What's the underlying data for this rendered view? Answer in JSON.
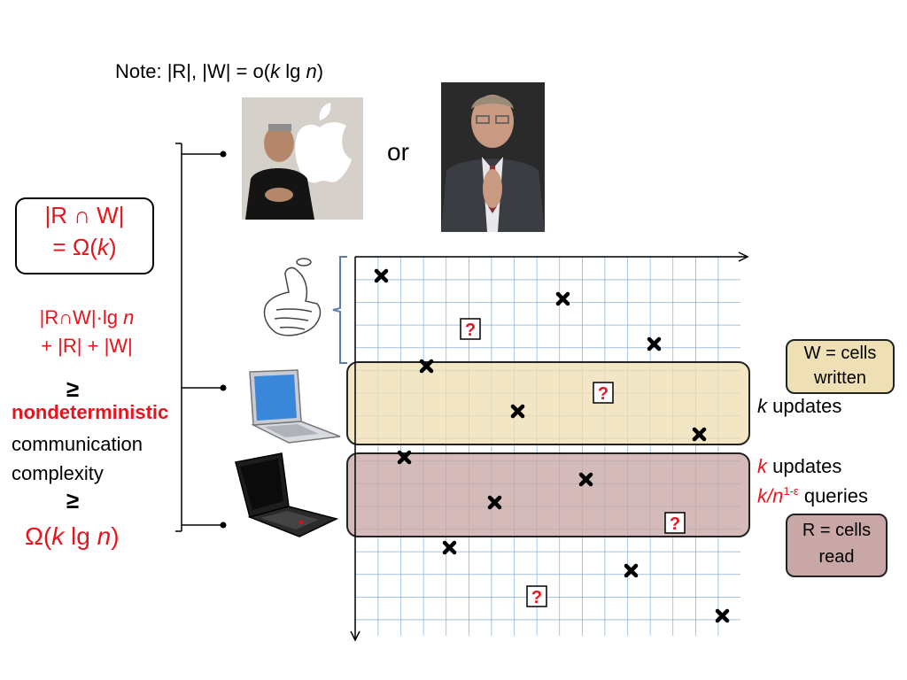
{
  "note": {
    "prefix": "Note: |R|, |W| = o(",
    "k": "k",
    "lg": " lg ",
    "n": "n",
    "suffix": ")"
  },
  "or_label": "or",
  "bound": {
    "line1": "|R ∩ W|",
    "line2_prefix": "= Ω(",
    "line2_k": "k",
    "line2_suffix": ")"
  },
  "sum": {
    "line1_prefix": "|R∩W|·lg ",
    "line1_n": "n",
    "line2": "+ |R| + |W|"
  },
  "geq": "≥",
  "nondeterministic": "nondeterministic",
  "communication": "communication",
  "complexity": "complexity",
  "omega": {
    "prefix": "Ω(",
    "k": "k",
    "lg": " lg ",
    "n": "n",
    "suffix": ")"
  },
  "w_box": {
    "line1": "W = cells",
    "line2": "written"
  },
  "r_box": {
    "line1": "R = cells",
    "line2": "read"
  },
  "updates_label": {
    "k": "k",
    "text": " updates"
  },
  "queries_label": {
    "k": "k",
    "slash_n": "/n",
    "exp": "1-ε",
    "text": " queries"
  },
  "question_mark": "?",
  "colors": {
    "accent_red": "#e8141c",
    "grid_blue": "#6f9fcc",
    "written_band": "#eedfb4",
    "read_band": "#c9a7a7"
  },
  "icons": [
    "apple-logo-icon",
    "thumb-coin-flip-icon",
    "laptop-mac-icon",
    "laptop-thinkpad-icon",
    "cross-mark-icon",
    "question-mark-icon"
  ]
}
